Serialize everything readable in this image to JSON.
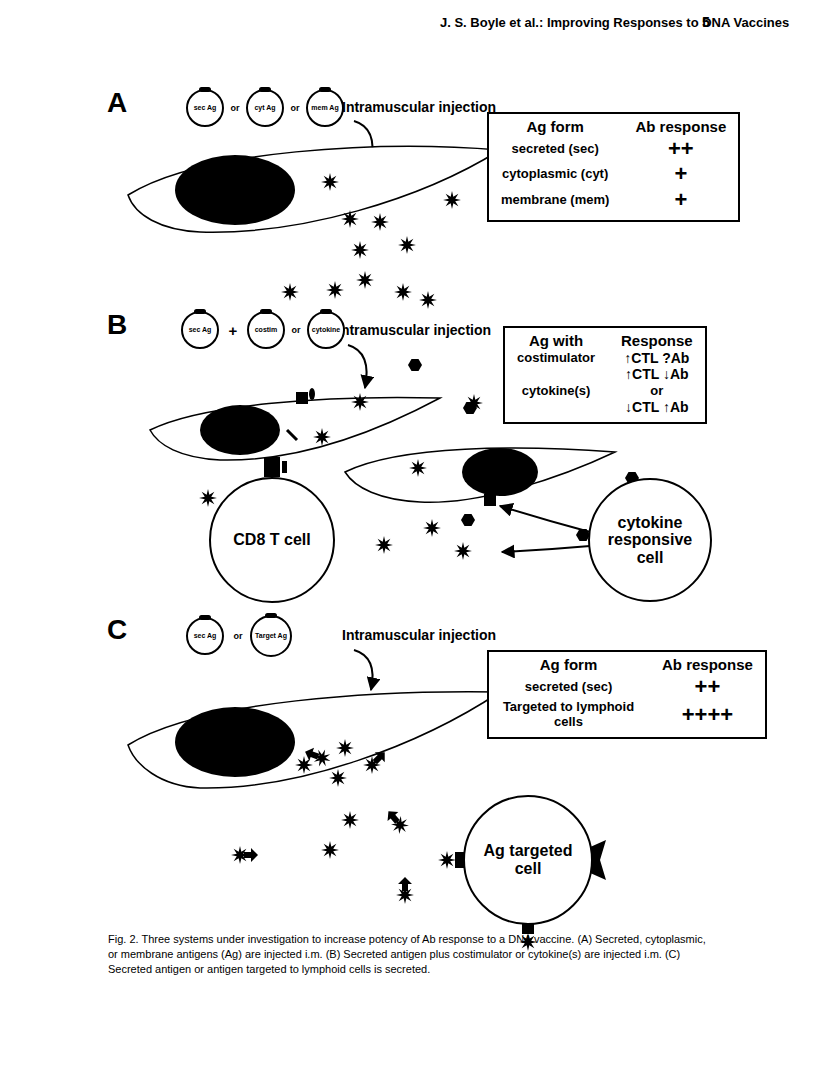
{
  "diagram": {
    "title": "J. S. Boyle et al.: Improving Responses to DNA Vaccines",
    "caption": "Fig. 2. Three systems under investigation to increase potency of Ab response to a DNA vaccine. (A) Secreted, cytoplasmic, or membrane antigens (Ag) are injected i.m. (B) Secreted antigen plus costimulator or cytokine(s) are injected i.m. (C) Secreted antigen or antigen targeted to lymphoid cells is secreted.",
    "nodes": [
      {
        "text": [
          "sec Ag"
        ]
      },
      {
        "text": [
          "cyt Ag"
        ]
      },
      {
        "text": [
          "mem Ag"
        ]
      },
      {
        "text": [
          "Ag form",
          "Ab response",
          "secreted (sec)",
          "++",
          "cytoplasmic (cyt)",
          "+",
          "membrane (mem)",
          "+"
        ]
      },
      {
        "text": [
          "sec Ag"
        ]
      },
      {
        "text": [
          "costim"
        ]
      },
      {
        "text": [
          "cytokine"
        ]
      },
      {
        "text": [
          "Ag with",
          "Response",
          "costimulator",
          "↑CTL ?Ab",
          "cytokine(s)",
          "↑CTL ↓Ab",
          "or",
          "↓CTL ↑Ab"
        ]
      },
      {
        "text": [
          "CD8 T cell"
        ]
      },
      {
        "text": [
          "cytokine responsive cell"
        ]
      },
      {
        "text": [
          "sec Ag"
        ]
      },
      {
        "text": [
          "Target Ag"
        ]
      },
      {
        "text": [
          "Ag form",
          "Ab response",
          "secreted (sec)",
          "++",
          "Targeted to lymphoid cells",
          "++++"
        ]
      },
      {
        "text": [
          "Ag targeted cell"
        ]
      }
    ],
    "labels": [
      "5",
      "A",
      "or",
      "or",
      "Intramuscular injection",
      "B",
      "+",
      "or",
      "Intramuscular injection",
      "C",
      "or",
      "Intramuscular injection"
    ]
  }
}
